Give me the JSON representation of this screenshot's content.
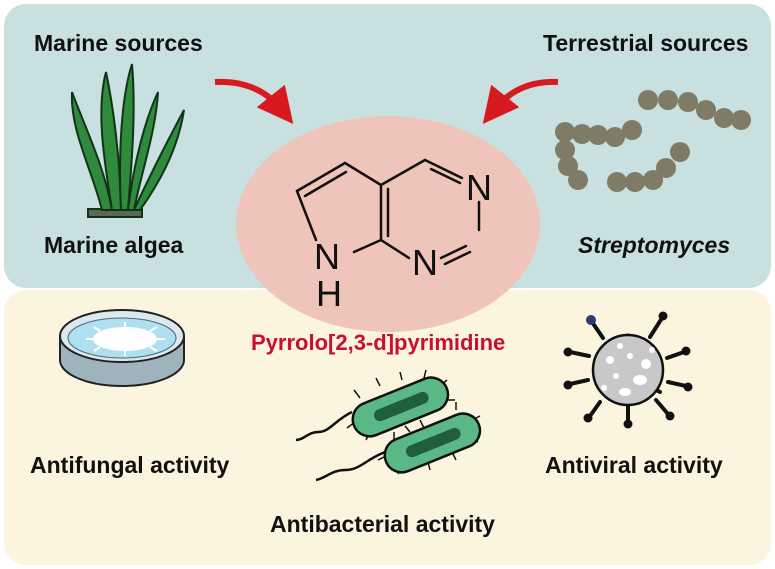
{
  "top": {
    "marine_title": "Marine sources",
    "terrestrial_title": "Terrestrial sources",
    "marine_label": "Marine algea",
    "terrestrial_label": "Streptomyces"
  },
  "center": {
    "compound_name": "Pyrrolo[2,3-d]pyrimidine",
    "atoms": {
      "n_top": "N",
      "n_bottom": "N",
      "nh_n": "N",
      "nh_h": "H"
    }
  },
  "bottom": {
    "antifungal": "Antifungal activity",
    "antibacterial": "Antibacterial activity",
    "antiviral": "Antiviral activity"
  },
  "icons": [
    "seaweed-icon",
    "streptomyces-chain-icon",
    "petri-dish-icon",
    "bacteria-icon",
    "virus-icon",
    "arrow-icon"
  ],
  "colors": {
    "top_panel": "#c9e0e0",
    "bottom_panel": "#fbf4df",
    "center_circle": "#efc4bb",
    "compound_name": "#c8102e",
    "arrow": "#d71920",
    "seaweed": "#2f8a3c",
    "streptomyces": "#7f7b66",
    "bacteria": "#4fb07d",
    "virus": "#c8c8c8"
  }
}
